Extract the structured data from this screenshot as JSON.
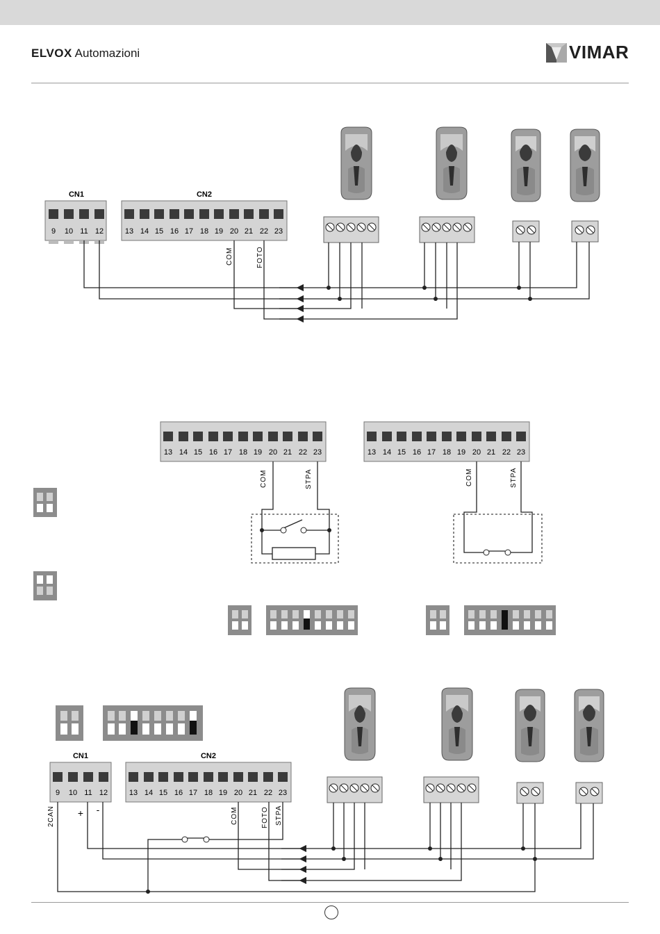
{
  "header": {
    "brand_bold": "ELVOX",
    "brand_rest": " Automazioni",
    "logo_text": "VIMAR"
  },
  "diagram1": {
    "cn1_label": "CN1",
    "cn2_label": "CN2",
    "cn1_terminals": [
      "9",
      "10",
      "11",
      "12"
    ],
    "cn2_terminals": [
      "13",
      "14",
      "15",
      "16",
      "17",
      "18",
      "19",
      "20",
      "21",
      "22",
      "23"
    ],
    "labels": [
      "COM",
      "FOTO"
    ]
  },
  "diagram2": {
    "terminals": [
      "13",
      "14",
      "15",
      "16",
      "17",
      "18",
      "19",
      "20",
      "21",
      "22",
      "23"
    ],
    "labels": [
      "COM",
      "STPA"
    ]
  },
  "diagram3": {
    "cn1_label": "CN1",
    "cn2_label": "CN2",
    "cn1_terminals": [
      "9",
      "10",
      "11",
      "12"
    ],
    "cn2_terminals": [
      "13",
      "14",
      "15",
      "16",
      "17",
      "18",
      "19",
      "20",
      "21",
      "22",
      "23"
    ],
    "labels": [
      "COM",
      "FOTO",
      "STPA",
      "2CAN"
    ],
    "polarity": [
      "+",
      "-"
    ]
  }
}
